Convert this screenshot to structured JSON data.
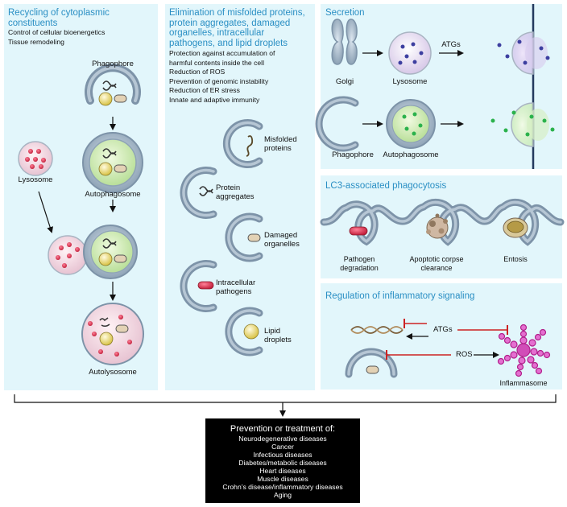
{
  "panels": {
    "recycling": {
      "title": "Recycling of cytoplasmic constituents",
      "items": [
        "Control of cellular bioenergetics",
        "Tissue remodeling"
      ],
      "labels": {
        "phagophore": "Phagophore",
        "autophagosome": "Autophagosome",
        "lysosome": "Lysosome",
        "autolysosome": "Autolysosome"
      }
    },
    "elimination": {
      "title": "Elimination of misfolded proteins, protein aggregates, damaged organelles, intracellular pathogens, and lipid droplets",
      "items": [
        "Protection against accumulation of",
        "harmful contents inside the cell",
        "Reduction of ROS",
        "Prevention of genomic instability",
        "Reduction of ER stress",
        "Innate and adaptive immunity"
      ],
      "cargo": {
        "misfolded": "Misfolded proteins",
        "aggregates": "Protein aggregates",
        "organelles": "Damaged organelles",
        "pathogens": "Intracellular pathogens",
        "lipids": "Lipid droplets"
      }
    },
    "secretion": {
      "title": "Secretion",
      "labels": {
        "golgi": "Golgi",
        "lysosome": "Lysosome",
        "atgs": "ATGs",
        "phagophore": "Phagophore",
        "autophagosome": "Autophagosome"
      }
    },
    "lc3": {
      "title": "LC3-associated phagocytosis",
      "labels": {
        "pathogen": "Pathogen degradation",
        "corpse": "Apoptotic corpse clearance",
        "entosis": "Entosis"
      }
    },
    "inflammatory": {
      "title": "Regulation of inflammatory signaling",
      "labels": {
        "atgs": "ATGs",
        "ros": "ROS",
        "inflammasome": "Inflammasome"
      }
    }
  },
  "outcome": {
    "title": "Prevention or treatment of:",
    "items": [
      "Neurodegenerative diseases",
      "Cancer",
      "Infectious diseases",
      "Diabetes/metabolic diseases",
      "Heart diseases",
      "Muscle diseases",
      "Crohn’s disease/inflammatory diseases",
      "Aging"
    ]
  },
  "colors": {
    "panel_bg": "#e2f6fb",
    "title_blue": "#2a8fc4",
    "membrane": "#7d93a8",
    "lysosome_pink": "#d0334d",
    "mito_yellow": "#e6d45a",
    "inhibit_red": "#cc2222",
    "inflammasome_magenta": "#cc33aa"
  }
}
